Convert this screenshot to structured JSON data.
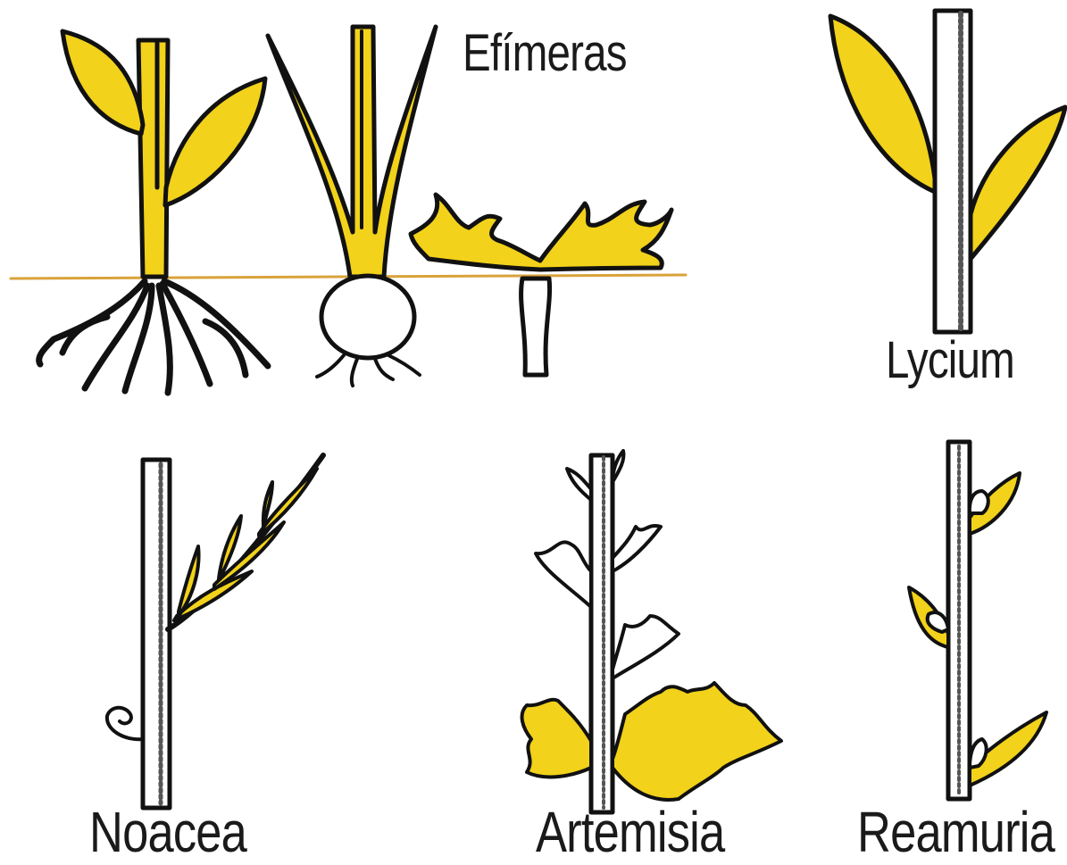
{
  "labels": {
    "efimeras": "Efímeras",
    "lycium": "Lycium",
    "noacea": "Noacea",
    "artemisia": "Artemisia",
    "reamuria": "Reamuria"
  },
  "colors": {
    "leaf_fill": "#f2d21a",
    "outline": "#111111",
    "ground_line": "#d9a23a",
    "background": "#ffffff"
  }
}
